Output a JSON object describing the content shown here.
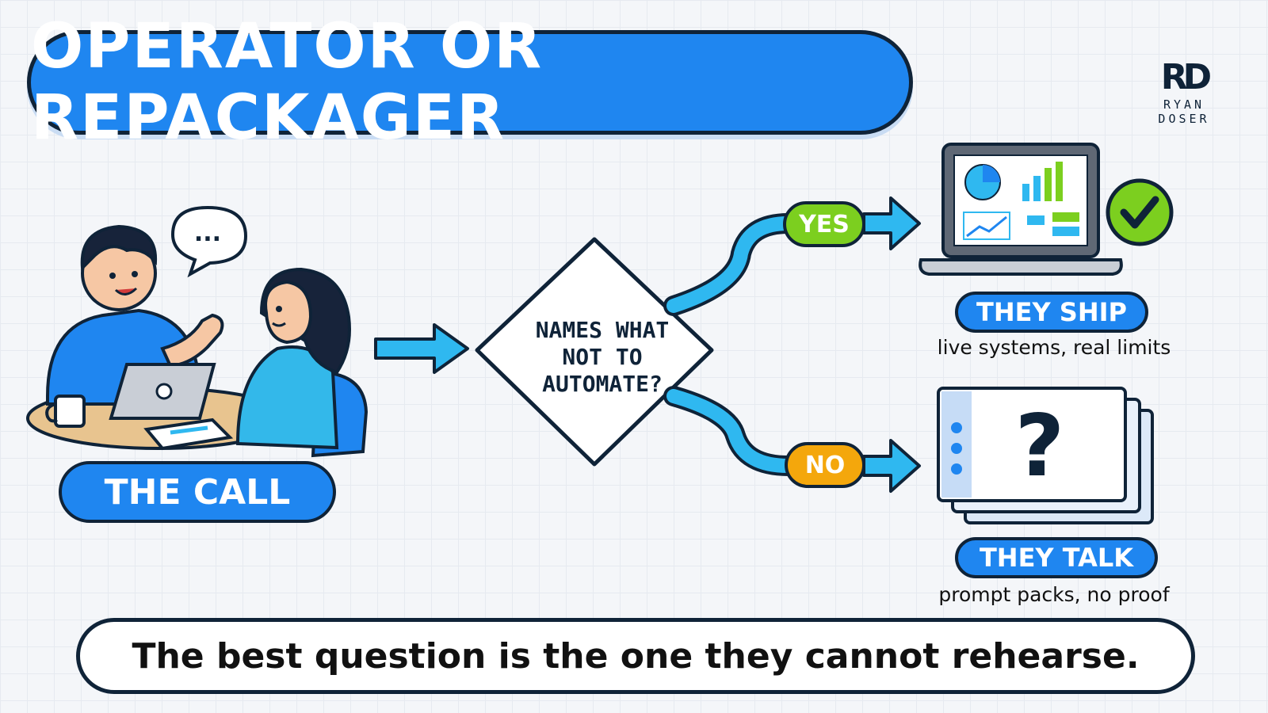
{
  "title": "OPERATOR OR REPACKAGER",
  "logo": {
    "line1": "RYAN",
    "line2": "DOSER",
    "mark_icon": "rd-monogram-icon"
  },
  "call": {
    "label": "THE CALL",
    "speech_text": "..."
  },
  "decision": {
    "line1": "NAMES WHAT",
    "line2": "NOT TO",
    "line3": "AUTOMATE?"
  },
  "branches": {
    "yes": {
      "label": "YES",
      "result": "THEY SHIP",
      "detail": "live systems, real limits",
      "icon": "laptop-dashboard-icon",
      "badge": "check-icon"
    },
    "no": {
      "label": "NO",
      "result": "THEY TALK",
      "detail": "prompt packs, no proof",
      "icon": "question-slides-icon"
    }
  },
  "caption": "The best question is the one they cannot rehearse.",
  "colors": {
    "primary": "#1f86f0",
    "outline": "#0f2338",
    "yes": "#7ccf1f",
    "no": "#f4a70c",
    "flow": "#2fb8f0"
  }
}
